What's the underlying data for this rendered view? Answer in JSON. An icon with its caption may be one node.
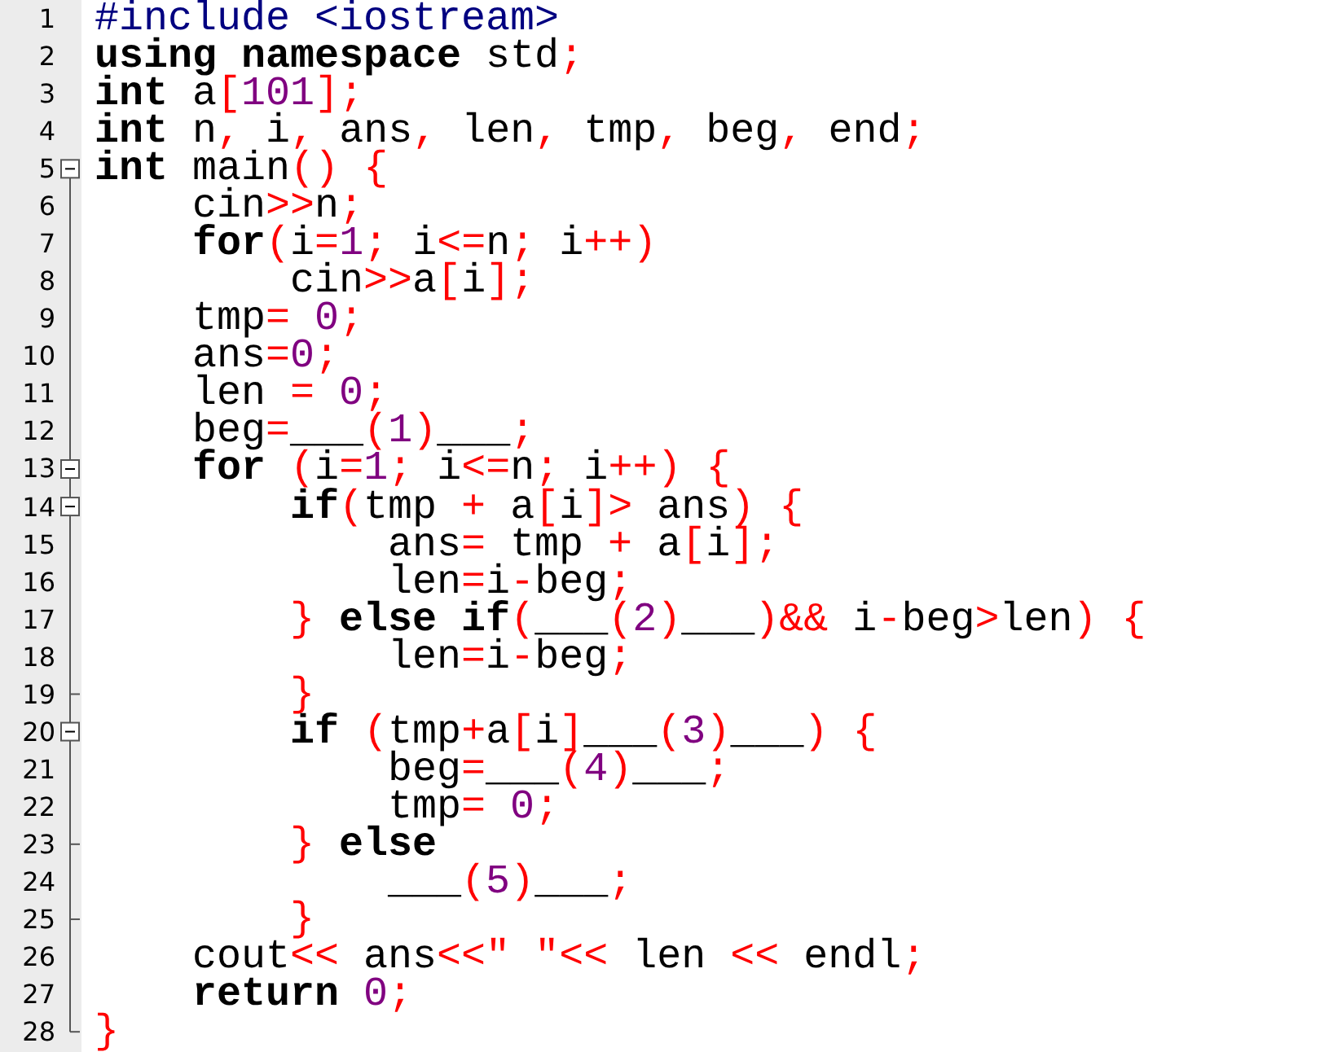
{
  "diagram": {
    "labels": [
      "1",
      "#include <iostream>",
      "2",
      "**using namespace** std;",
      "3",
      "**int** a[101];",
      "4",
      "**int** n, i, ans, len, tmp, beg, end;",
      "5",
      "**int** main() {",
      "6",
      "cin>>n;",
      "7",
      "**for**(i=1; i<=n; i++)",
      "8",
      "cin>>a[i];",
      "9",
      "tmp= 0;",
      "10",
      "ans=0;",
      "11",
      "len = 0;",
      "12",
      "beg=___(1)___;",
      "13",
      "**for** (i=1; i<=n; i++) {",
      "14",
      "**if**(tmp + a[i]> ans) {",
      "15",
      "ans= tmp + a[i];",
      "16",
      "len=i-beg;",
      "17",
      "} **else if**(___(2)___)&& i-beg>len) {",
      "18",
      "len=i-beg;",
      "19",
      "}",
      "20",
      "**if** (tmp+a[i]___(3)___) {",
      "21",
      "beg=___(4)___;",
      "22",
      "tmp= 0;",
      "23",
      "} **else**",
      "24",
      "___(5)___;",
      "25",
      "}",
      "26",
      "cout<< ans<<\" \"<< len << endl;",
      "27",
      "**return** 0;",
      "28",
      "}"
    ]
  }
}
